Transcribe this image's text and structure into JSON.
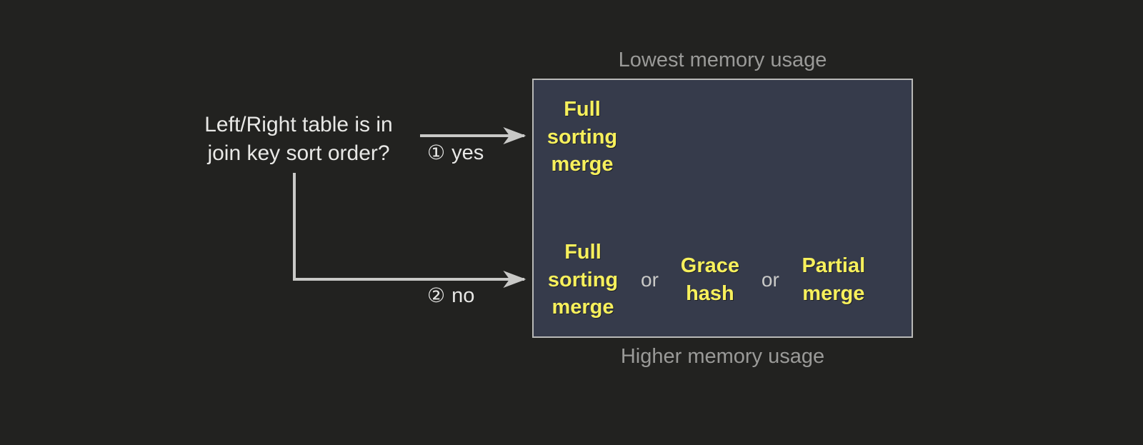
{
  "colors": {
    "background": "#222220",
    "box_fill": "#363b4b",
    "box_border": "#b9b9b7",
    "option_text": "#f7f05c",
    "body_text": "#e8e8e6",
    "caption_text": "#9a9a98",
    "connector": "#c9c9c7"
  },
  "decision": {
    "question": "Left/Right table is in\njoin key sort order?"
  },
  "branches": [
    {
      "marker": "①",
      "label": "yes"
    },
    {
      "marker": "②",
      "label": "no"
    }
  ],
  "captions": {
    "top": "Lowest memory usage",
    "bottom": "Higher memory usage"
  },
  "results": {
    "yes_row": {
      "options": [
        "Full\nsorting\nmerge"
      ],
      "separators": []
    },
    "no_row": {
      "options": [
        "Full\nsorting\nmerge",
        "Grace\nhash",
        "Partial\nmerge"
      ],
      "separators": [
        "or",
        "or"
      ]
    }
  }
}
